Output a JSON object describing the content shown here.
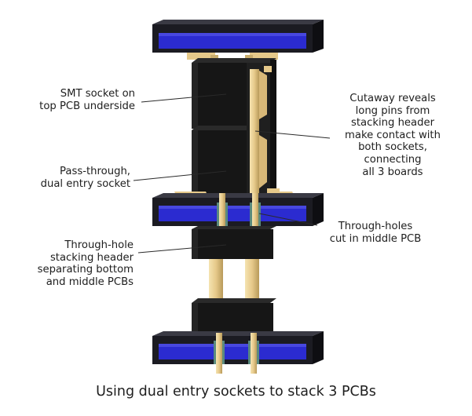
{
  "colors": {
    "pcb_face": "#2b2bd0",
    "pcb_frame": "#1b1b22",
    "socket": "#161616",
    "pin": "#e6c98a",
    "pin_shade": "#b89a5a",
    "via": "#5a8a7e",
    "leader_line": "#2a2a2a"
  },
  "labels": {
    "smt_socket": "SMT socket on\ntop  PCB underside",
    "pass_through": "Pass-through,\ndual entry socket",
    "th_header": "Through-hole\nstacking header\nseparating bottom\nand middle  PCBs",
    "cutaway": "Cutaway reveals\nlong pins from\nstacking header\nmake contact with\nboth sockets,\nconnecting\nall 3 boards",
    "th_holes": "Through-holes\ncut in middle  PCB"
  },
  "caption": "Using dual entry sockets to stack 3  PCBs"
}
